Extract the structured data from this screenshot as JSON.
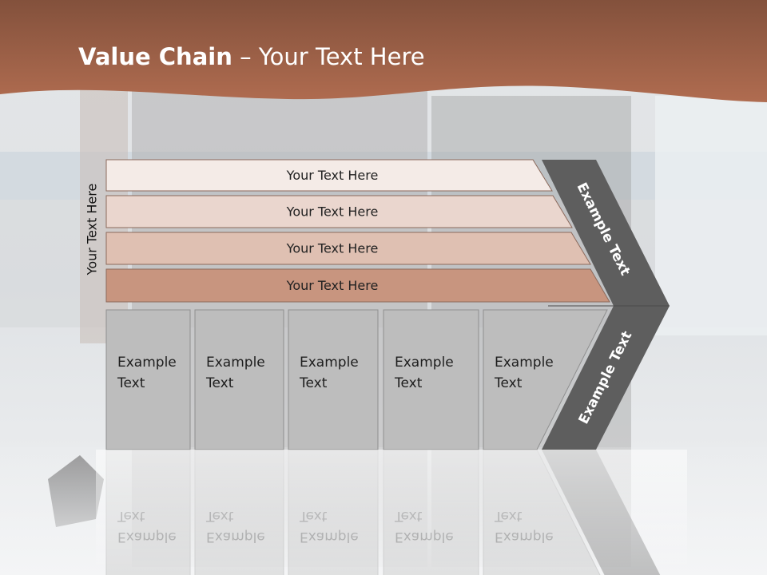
{
  "slide": {
    "title_bold": "Value Chain",
    "title_rest": " – Your Text Here",
    "side_label": "Your Text Here"
  },
  "rows": [
    {
      "label": "Your Text Here",
      "fill": "#f4ebe7"
    },
    {
      "label": "Your Text Here",
      "fill": "#ead6ce"
    },
    {
      "label": "Your Text Here",
      "fill": "#dfc0b2"
    },
    {
      "label": "Your Text Here",
      "fill": "#c8957f"
    }
  ],
  "columns": [
    {
      "line1": "Example",
      "line2": "Text"
    },
    {
      "line1": "Example",
      "line2": "Text"
    },
    {
      "line1": "Example",
      "line2": "Text"
    },
    {
      "line1": "Example",
      "line2": "Text"
    },
    {
      "line1": "Example",
      "line2": "Text"
    }
  ],
  "chevron": {
    "upper_label": "Example Text",
    "lower_label": "Example Text",
    "fill": "#5e5e5e"
  },
  "colors": {
    "header": "#9c5a3f",
    "column_fill": "#bdbdbd",
    "column_border": "#8f8f8f"
  }
}
